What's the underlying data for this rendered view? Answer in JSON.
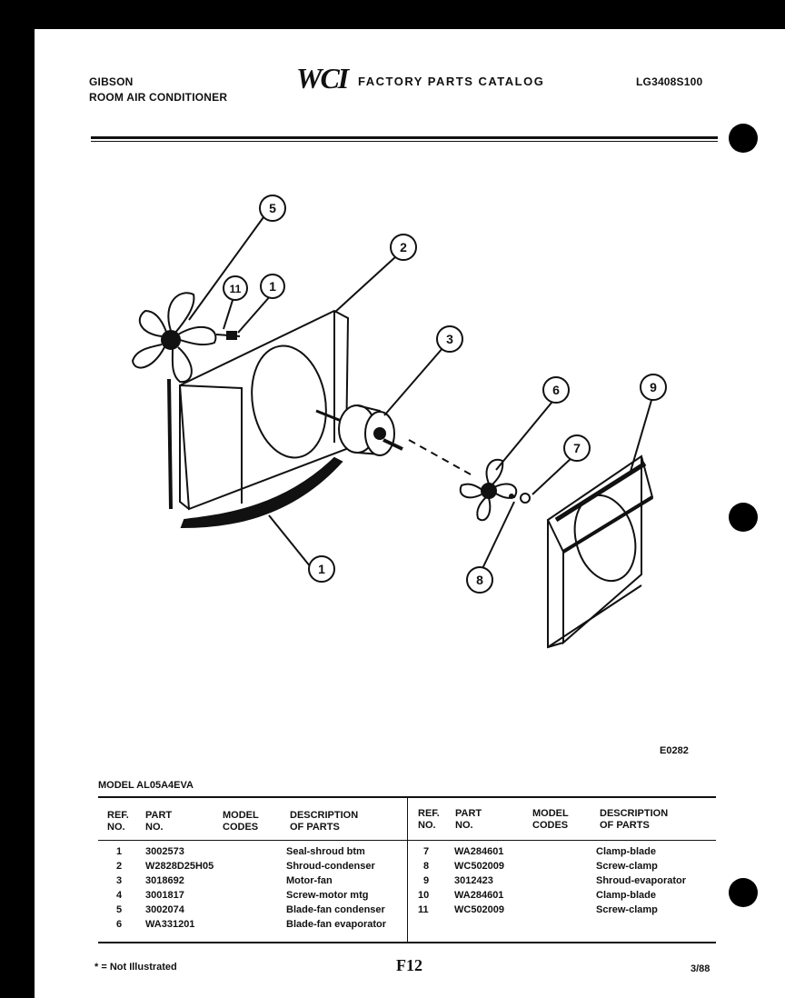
{
  "header": {
    "brand": "GIBSON",
    "product": "ROOM AIR CONDITIONER",
    "logo": "WCI",
    "catalog_title": "FACTORY PARTS CATALOG",
    "catalog_no": "LG3408S100"
  },
  "diagram": {
    "code": "E0282",
    "callouts": [
      "5",
      "2",
      "11",
      "1",
      "3",
      "6",
      "9",
      "7",
      "1",
      "8"
    ]
  },
  "model_line": "MODEL AL05A4EVA",
  "table": {
    "headers": {
      "ref": "REF.",
      "no": "NO.",
      "part": "PART",
      "part_no": "NO.",
      "model": "MODEL",
      "codes": "CODES",
      "desc": "DESCRIPTION",
      "of_parts": "OF PARTS"
    },
    "left_rows": [
      {
        "ref": "1",
        "part": "3002573",
        "code": "",
        "desc": "Seal-shroud btm"
      },
      {
        "ref": "2",
        "part": "W2828D25H05",
        "code": "",
        "desc": "Shroud-condenser"
      },
      {
        "ref": "3",
        "part": "3018692",
        "code": "",
        "desc": "Motor-fan"
      },
      {
        "ref": "4",
        "part": "3001817",
        "code": "",
        "desc": "Screw-motor mtg"
      },
      {
        "ref": "5",
        "part": "3002074",
        "code": "",
        "desc": "Blade-fan condenser"
      },
      {
        "ref": "6",
        "part": "WA331201",
        "code": "",
        "desc": "Blade-fan evaporator"
      }
    ],
    "right_rows": [
      {
        "ref": "7",
        "part": "WA284601",
        "code": "",
        "desc": "Clamp-blade"
      },
      {
        "ref": "8",
        "part": "WC502009",
        "code": "",
        "desc": "Screw-clamp"
      },
      {
        "ref": "9",
        "part": "3012423",
        "code": "",
        "desc": "Shroud-evaporator"
      },
      {
        "ref": "10",
        "part": "WA284601",
        "code": "",
        "desc": "Clamp-blade"
      },
      {
        "ref": "11",
        "part": "WC502009",
        "code": "",
        "desc": "Screw-clamp"
      }
    ]
  },
  "footer": {
    "note": "* = Not Illustrated",
    "page": "F12",
    "date": "3/88"
  }
}
